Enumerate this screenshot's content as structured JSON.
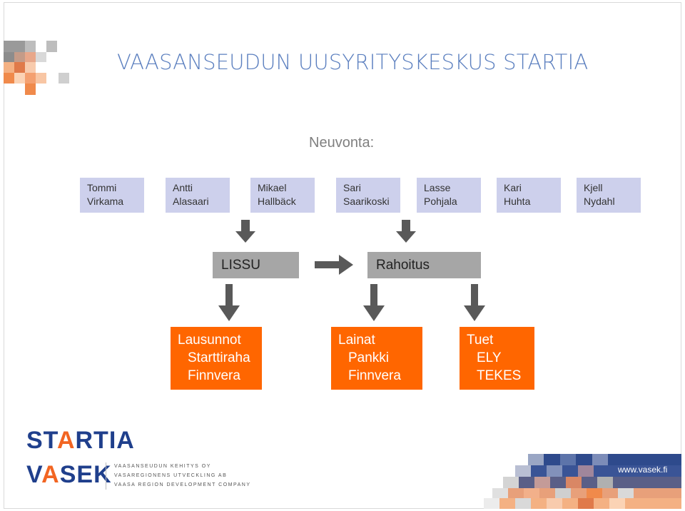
{
  "title": "VAASANSEUDUN UUSYRITYSKESKUS STARTIA",
  "subtitle": "Neuvonta:",
  "people": [
    {
      "first": "Tommi",
      "last": "Virkama"
    },
    {
      "first": "Antti",
      "last": "Alasaari"
    },
    {
      "first": "Mikael",
      "last": "Hallbäck"
    },
    {
      "first": "Sari",
      "last": "Saarikoski"
    },
    {
      "first": "Lasse",
      "last": "Pohjala"
    },
    {
      "first": "Kari",
      "last": "Huhta"
    },
    {
      "first": "Kjell",
      "last": "Nydahl"
    }
  ],
  "middle": {
    "lissu": "LISSU",
    "rahoitus": "Rahoitus"
  },
  "outcomes": [
    {
      "lines": [
        "Lausunnot",
        "Starttiraha",
        "Finnvera"
      ]
    },
    {
      "lines": [
        "Lainat",
        "Pankki",
        "Finnvera"
      ]
    },
    {
      "lines": [
        "Tuet",
        "ELY",
        "TEKES"
      ]
    }
  ],
  "logos": {
    "startia": {
      "pre": "ST",
      "accent": "A",
      "post": "RTIA"
    },
    "vasek": {
      "pre": "V",
      "accent": "A",
      "post": "SEK"
    },
    "tagline": [
      "VAASANSEUDUN KEHITYS OY",
      "VASAREGIONENS UTVECKLING AB",
      "VAASA REGION DEVELOPMENT COMPANY"
    ]
  },
  "url": "www.vasek.fi",
  "colors": {
    "person_box": "#cdd0ec",
    "grey_box": "#a6a6a6",
    "orange_box": "#ff6600",
    "arrow": "#595959",
    "title": "#5b7fbf"
  },
  "icons": {
    "arrow": "arrow-down-icon",
    "arrow_right": "arrow-right-icon"
  }
}
